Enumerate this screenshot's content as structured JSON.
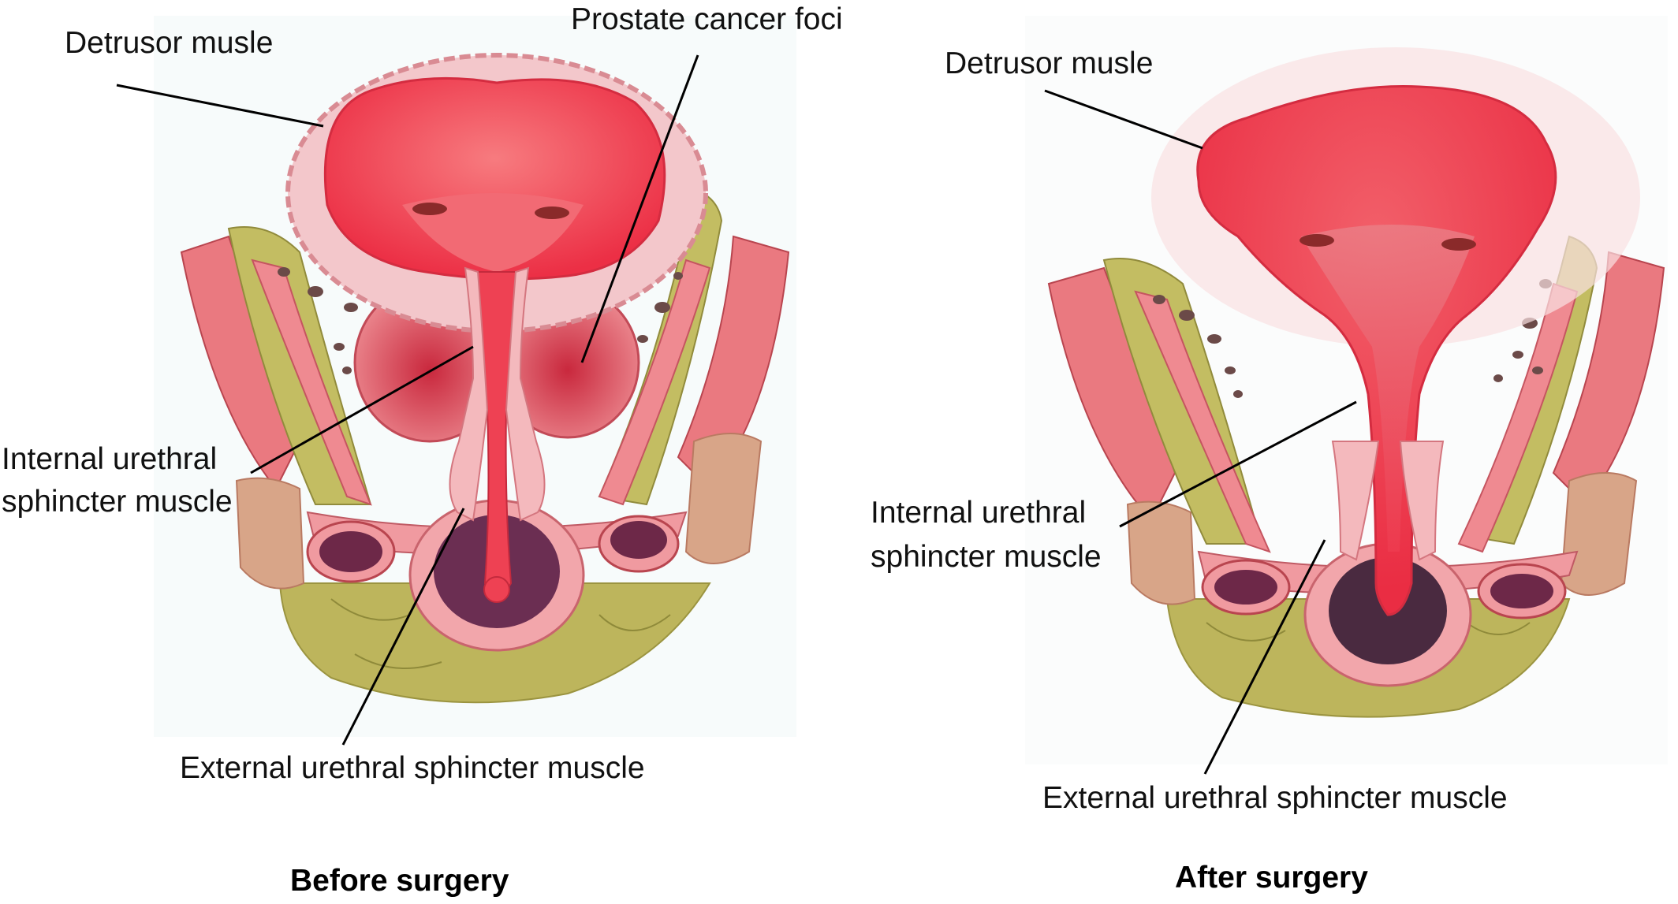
{
  "before": {
    "caption": "Before surgery",
    "labels": {
      "detrusor": "Detrusor musle",
      "cancer": "Prostate cancer foci",
      "internal_line1": "Internal urethral",
      "internal_line2": "sphincter muscle",
      "external": "External urethral sphincter muscle"
    }
  },
  "after": {
    "caption": "After surgery",
    "labels": {
      "detrusor": "Detrusor musle",
      "internal_line1": "Internal urethral",
      "internal_line2": "sphincter muscle",
      "external": "External urethral sphincter muscle"
    }
  },
  "colors": {
    "bladder": "#f0404f",
    "bladder_light": "#f7a0a6",
    "muscle": "#e8737c",
    "fat": "#b9b255",
    "rectum": "#6b2e52",
    "prostate": "#d9505e",
    "bone": "#d39a80"
  }
}
